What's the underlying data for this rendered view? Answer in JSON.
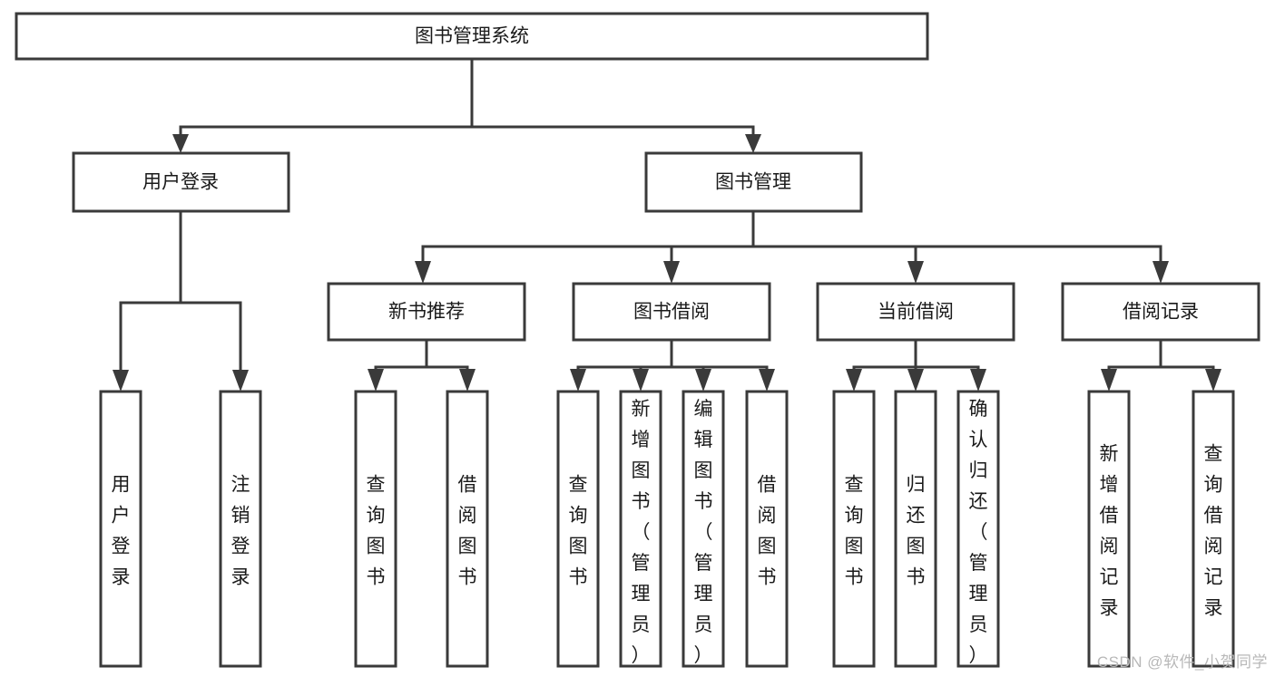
{
  "diagram": {
    "type": "tree-hierarchy-chart",
    "title": "图书管理系统",
    "watermark": "CSDN @软件_小贺同学",
    "colors": {
      "stroke": "#3a3a3a",
      "fill": "#ffffff",
      "text": "#1a1a1a",
      "watermark": "#b8b8b8"
    },
    "levels": {
      "root": {
        "label": "图书管理系统"
      },
      "level2": [
        {
          "label": "用户登录"
        },
        {
          "label": "图书管理"
        }
      ],
      "level3": [
        {
          "label": "新书推荐"
        },
        {
          "label": "图书借阅"
        },
        {
          "label": "当前借阅"
        },
        {
          "label": "借阅记录"
        }
      ],
      "leaves": [
        {
          "label": "用户登录",
          "chars": [
            "用",
            "户",
            "登",
            "录"
          ],
          "align": "middle"
        },
        {
          "label": "注销登录",
          "chars": [
            "注",
            "销",
            "登",
            "录"
          ],
          "align": "middle"
        },
        {
          "label": "查询图书",
          "chars": [
            "查",
            "询",
            "图",
            "书"
          ],
          "align": "middle"
        },
        {
          "label": "借阅图书",
          "chars": [
            "借",
            "阅",
            "图",
            "书"
          ],
          "align": "middle"
        },
        {
          "label": "查询图书",
          "chars": [
            "查",
            "询",
            "图",
            "书"
          ],
          "align": "middle"
        },
        {
          "label": "新增图书（管理员）",
          "chars": [
            "新",
            "增",
            "图",
            "书",
            "（",
            "管",
            "理",
            "员",
            "）"
          ],
          "align": "top"
        },
        {
          "label": "编辑图书（管理员）",
          "chars": [
            "编",
            "辑",
            "图",
            "书",
            "（",
            "管",
            "理",
            "员",
            "）"
          ],
          "align": "top"
        },
        {
          "label": "借阅图书",
          "chars": [
            "借",
            "阅",
            "图",
            "书"
          ],
          "align": "middle"
        },
        {
          "label": "查询图书",
          "chars": [
            "查",
            "询",
            "图",
            "书"
          ],
          "align": "middle"
        },
        {
          "label": "归还图书",
          "chars": [
            "归",
            "还",
            "图",
            "书"
          ],
          "align": "middle"
        },
        {
          "label": "确认归还（管理员）",
          "chars": [
            "确",
            "认",
            "归",
            "还",
            "（",
            "管",
            "理",
            "员",
            "）"
          ],
          "align": "top"
        },
        {
          "label": "新增借阅记录",
          "chars": [
            "新",
            "增",
            "借",
            "阅",
            "记",
            "录"
          ],
          "align": "middle"
        },
        {
          "label": "查询借阅记录",
          "chars": [
            "查",
            "询",
            "借",
            "阅",
            "记",
            "录"
          ],
          "align": "middle"
        }
      ]
    }
  }
}
